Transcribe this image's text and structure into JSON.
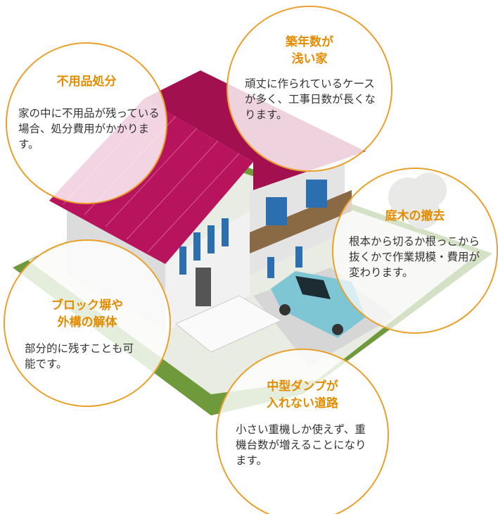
{
  "callouts": [
    {
      "title": "不用品処分",
      "body": "家の中に不用品が残っている場合、処分費用がかかります。"
    },
    {
      "title_line1": "築年数が",
      "title_line2": "浅い家",
      "body": "頑丈に作られているケースが多く、工事日数が長くなります。"
    },
    {
      "title": "庭木の撤去",
      "body": "根本から切るか根っこから抜くかで作業規模・費用が変わります。"
    },
    {
      "title_line1": "ブロック塀や",
      "title_line2": "外構の解体",
      "body": "部分的に残すことも可能です。"
    },
    {
      "title_line1": "中型ダンプが",
      "title_line2": "入れない道路",
      "body": "小さい重機しか使えず、重機台数が増えることになります。"
    }
  ],
  "colors": {
    "accent": "#e38c00",
    "border": "#e9a02c",
    "roof": "#b8145e",
    "lawn": "#6e9a3c",
    "car": "#7fc6d4"
  }
}
